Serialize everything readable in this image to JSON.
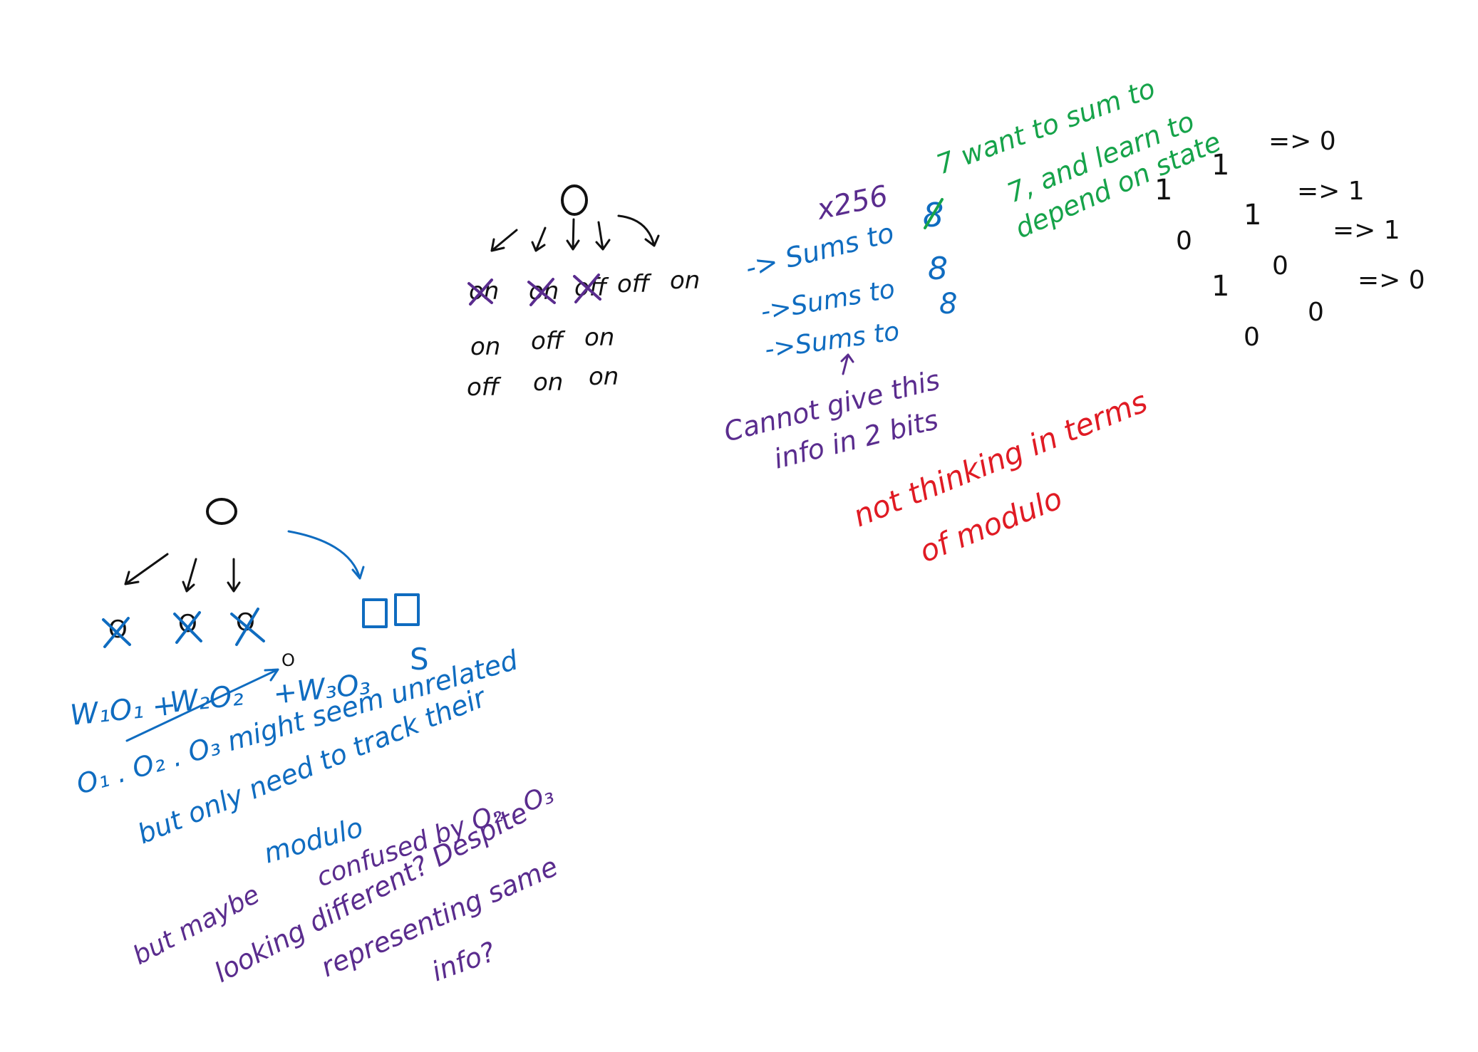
{
  "colors": {
    "black": "#111111",
    "blue": "#0f6cc0",
    "purple": "#5a2c8e",
    "green": "#16a34a",
    "red": "#e01b24"
  },
  "mid_tree": {
    "root": "O",
    "row1": [
      "on",
      "on",
      "off",
      "off",
      "on"
    ],
    "row2": [
      "on",
      "off",
      "on"
    ],
    "row3": [
      "off",
      "on",
      "on"
    ]
  },
  "sums": {
    "multiplier": "x256",
    "lines": [
      {
        "text": "-> Sums to",
        "value": "8"
      },
      {
        "text": "->Sums to",
        "value": "8"
      },
      {
        "text": "->Sums to",
        "value": "8"
      }
    ],
    "note_line1": "Cannot give this",
    "note_line2": "info in 2 bits"
  },
  "green_note": {
    "line1": "7 want to sum to",
    "line2": "7, and learn to",
    "line3": "depend on state"
  },
  "truth_table": {
    "rows": [
      [
        "1",
        "1",
        "=> 0"
      ],
      [
        "0",
        "1",
        "=> 1"
      ],
      [
        "1",
        "0",
        "=> 1"
      ],
      [
        "0",
        "0",
        "=> 0"
      ]
    ]
  },
  "red_note": {
    "line1": "not thinking in terms",
    "line2": "of modulo"
  },
  "left_tree": {
    "root": "O",
    "children": [
      "O",
      "O",
      "O"
    ],
    "box_label": "S",
    "arrow_label": "O"
  },
  "equation": {
    "w1": "W₁O₁ +",
    "w2": "W₂O₂",
    "w3": "+W₃O₃",
    "line1": "O₁ . O₂ . O₃ might seem unrelated",
    "line2": "but only need to track their",
    "line3": "modulo"
  },
  "purple_note": {
    "line1": "confused by O₂ . O₃",
    "line2": "but maybe",
    "line3": "looking different? Despite",
    "line4": "representing same",
    "line5": "info?"
  }
}
